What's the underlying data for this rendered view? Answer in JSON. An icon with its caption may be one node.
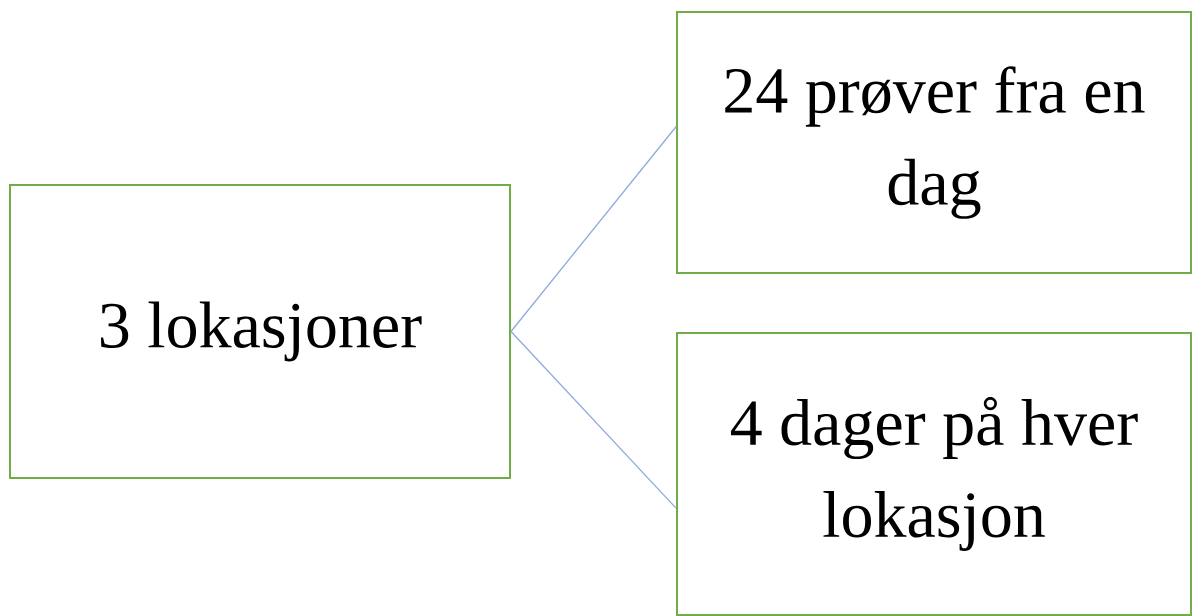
{
  "diagram": {
    "nodes": [
      {
        "text": [
          "3 lokasjoner"
        ]
      },
      {
        "text": [
          "24 prøver fra en dag"
        ]
      },
      {
        "text": [
          "4 dager på hver lokasjon"
        ]
      }
    ],
    "edges": [
      {
        "from": 0,
        "to": 1,
        "arrow": "none"
      },
      {
        "from": 0,
        "to": 2,
        "arrow": "none"
      }
    ]
  }
}
